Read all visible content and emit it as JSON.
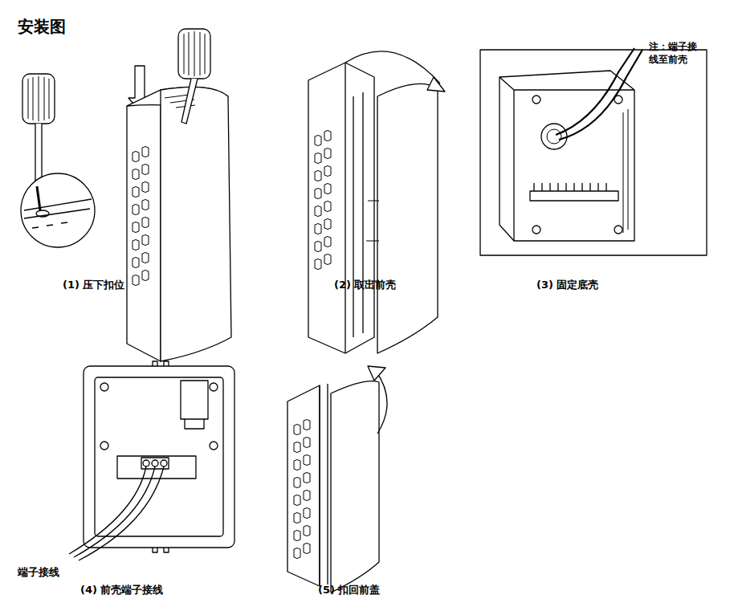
{
  "diagram": {
    "title": "安装图",
    "labels": [
      "(1) 压下扣位",
      "(2) 取出前壳",
      "(3) 固定底壳",
      "注：端子接线至前壳",
      "端子接线",
      "(4) 前壳端子接线",
      "(5) 扣回前盖"
    ]
  }
}
